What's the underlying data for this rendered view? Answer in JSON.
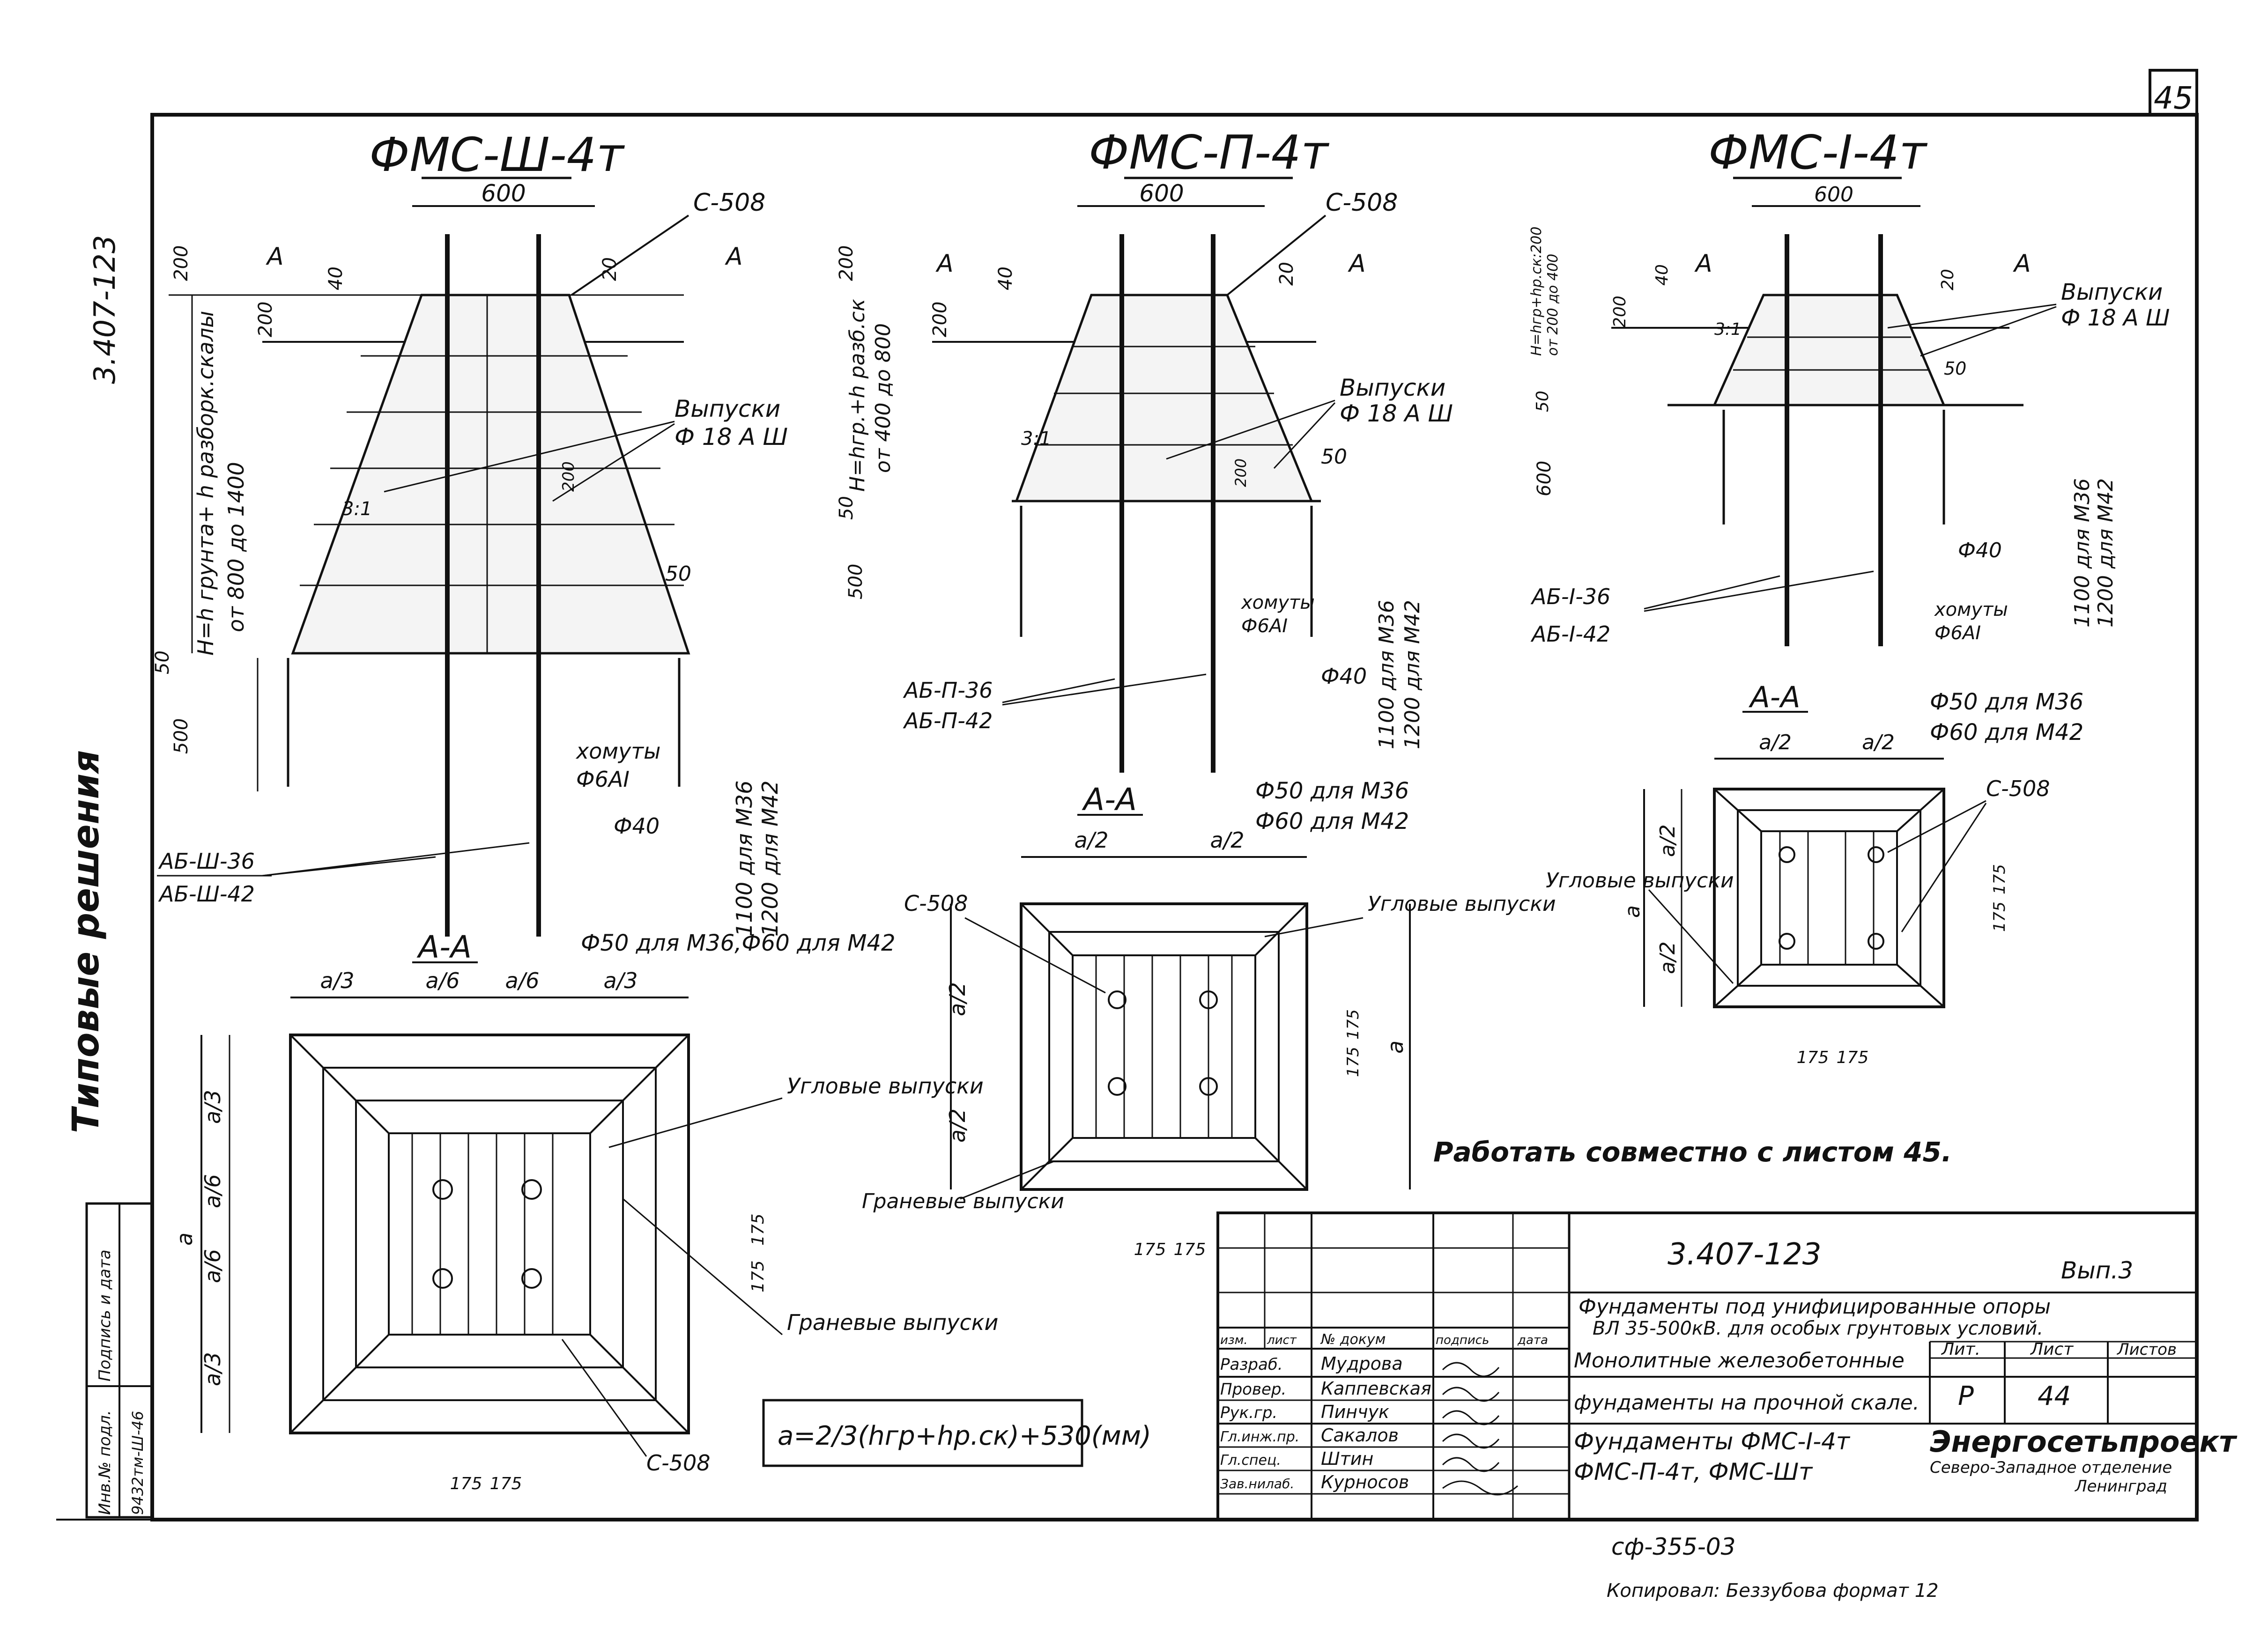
{
  "sheet_number": "45",
  "side_code": "3.407-123",
  "side_typical": "Типовые решения",
  "side_inv_label": "Инв.№ подл.",
  "side_sign_label": "Подпись и дата",
  "side_inv_value": "9432тм-Ш-46",
  "footer_copy": "Копировал: Беззубова     формат 12",
  "footer_code": "сф-355-03",
  "note_joint": "Работать совместно с листом 45.",
  "formula": "a=2/3(hгр+hр.ск)+530(мм)",
  "f3": {
    "title": "ФМС-Ш-4т",
    "dim600": "600",
    "c508": "С-508",
    "cutA": "А",
    "d200": "200",
    "d40": "40",
    "d20": "20",
    "d200b": "200",
    "height_label": "H=h грунта+ h разборк.скалы",
    "height_range": "от 800 до 1400",
    "slope": "3:1",
    "vypuski": "Выпуски",
    "vypuski_dia": "Ф 18 А Ш",
    "d50": "50",
    "d50b": "50",
    "d500": "500",
    "hom": "хомуты",
    "hom_dia": "Ф6АI",
    "d40dia": "Ф40",
    "ab36": "АБ-Ш-36",
    "ab42": "АБ-Ш-42",
    "len_m36": "1100  для  М36",
    "len_m42": "1200  для  М42",
    "pipe": "Ф50 для М36,Ф60 для М42",
    "d200x": "200",
    "section": "А-А",
    "a3": "a/3",
    "a6": "a/6",
    "a": "a",
    "ug": "Угловые выпуски",
    "gr": "Граневые выпуски",
    "c508b": "С-508",
    "d175": "175"
  },
  "f2": {
    "title": "ФМС-П-4т",
    "dim600": "600",
    "c508": "С-508",
    "cutA": "А",
    "d200": "200",
    "d40": "40",
    "d20": "20",
    "height_label": "H=hгр.+h разб.ск",
    "height_range": "от 400 до 800",
    "slope": "3:1",
    "vypuski": "Выпуски",
    "vypuski_dia": "Ф 18 А Ш",
    "d50": "50",
    "d500": "500",
    "hom": "хомуты",
    "hom_dia": "Ф6АI",
    "d40dia": "Ф40",
    "ab36": "АБ-П-36",
    "ab42": "АБ-П-42",
    "len_m36": "1100  для  М36",
    "len_m42": "1200  для  М42",
    "pipe1": "Ф50 для М36",
    "pipe2": "Ф60 для М42",
    "section": "А-А",
    "a2": "a/2",
    "a": "a",
    "c508b": "С-508",
    "ug": "Угловые выпуски",
    "gr": "Граневые выпуски",
    "d175": "175",
    "d200x": "200"
  },
  "f1": {
    "title": "ФМС-I-4т",
    "dim600": "600",
    "cutA": "А",
    "d200": "200",
    "d40": "40",
    "d20": "20",
    "height_label": "H=hгр+hр.ск:200",
    "height_range": "от 200 до 400",
    "slope": "3:1",
    "vypuski": "Выпуски",
    "vypuski_dia": "Ф 18 А Ш",
    "d50": "50",
    "d600": "600",
    "d40dia": "Ф40",
    "ab36": "АБ-I-36",
    "ab42": "АБ-I-42",
    "hom": "хомуты",
    "hom_dia": "Ф6АI",
    "len_m36": "1100  для  М36",
    "len_m42": "1200  для  М42",
    "pipe1": "Ф50  для  М36",
    "pipe2": "Ф60  для  М42",
    "section": "А-А",
    "a2": "a/2",
    "a": "a",
    "c508": "С-508",
    "ug": "Угловые выпуски",
    "d175": "175"
  },
  "stamp": {
    "code": "3.407-123",
    "issue": "Вып.3",
    "desc1": "Фундаменты под унифицированные опоры",
    "desc2": "ВЛ 35-500кВ. для особых грунтовых условий.",
    "sub1": "Монолитные железобетонные",
    "sub2": "фундаменты на прочной скале.",
    "lit_h": "Лит.",
    "list_h": "Лист",
    "listov_h": "Листов",
    "lit": "Р",
    "list": "44",
    "name1": "Фундаменты ФМС-I-4т",
    "name2": "ФМС-П-4т, ФМС-Шт",
    "org1": "Энергосетьпроект",
    "org2": "Северо-Западное отделение",
    "org3": "Ленинград",
    "h_izm": "изм.",
    "h_list": "лист",
    "h_doc": "№ докум",
    "h_sign": "подпись",
    "h_date": "дата",
    "rows": [
      {
        "role": "Разраб.",
        "name": "Мудрова"
      },
      {
        "role": "Провер.",
        "name": "Каппевская"
      },
      {
        "role": "Рук.гр.",
        "name": "Пинчук"
      },
      {
        "role": "Гл.инж.пр.",
        "name": "Сакалов"
      },
      {
        "role": "Гл.спец.",
        "name": "Штин"
      },
      {
        "role": "Зав.нилаб.",
        "name": "Курносов"
      }
    ]
  }
}
